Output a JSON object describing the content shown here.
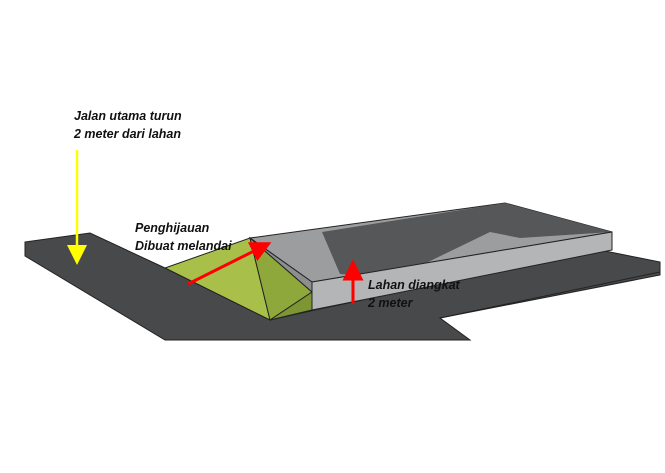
{
  "labels": {
    "road": [
      "Jalan utama turun",
      "2 meter dari lahan"
    ],
    "greening": [
      "Penghijauan",
      "Dibuat melandai"
    ],
    "land": [
      "Lahan diangkat",
      "2 meter"
    ]
  },
  "colors": {
    "road": "#47494b",
    "slope": "#a8c04a",
    "platform_top": "#9c9d9e",
    "platform_front": "#b4b5b6",
    "yellow_arrow": "#ffff00",
    "red_arrow": "#ff0000"
  }
}
